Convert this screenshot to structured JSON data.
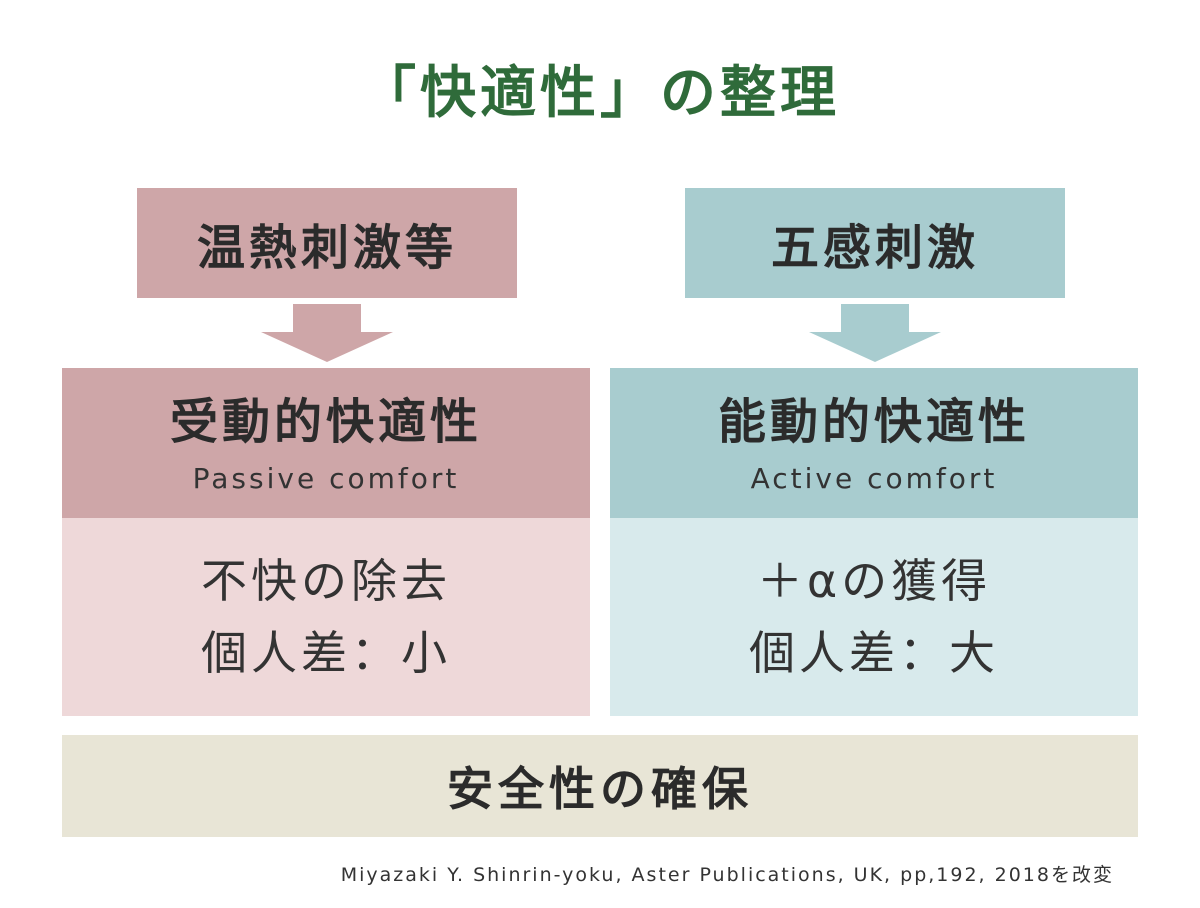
{
  "title": "「快適性」の整理",
  "left": {
    "stimulus": "温熱刺激等",
    "comfort_ja": "受動的快適性",
    "comfort_en": "Passive comfort",
    "line1": "不快の除去",
    "line2": "個人差：小",
    "colors": {
      "dark": "#cea6a8",
      "light": "#eed8d9"
    }
  },
  "right": {
    "stimulus": "五感刺激",
    "comfort_ja": "能動的快適性",
    "comfort_en": "Active comfort",
    "line1": "＋αの獲得",
    "line2": "個人差：大",
    "colors": {
      "dark": "#a8cccf",
      "light": "#d8eaec"
    }
  },
  "bottom": "安全性の確保",
  "citation": "Miyazaki Y. Shinrin-yoku, Aster Publications, UK, pp,192, 2018を改変",
  "title_color": "#2f6b3a"
}
